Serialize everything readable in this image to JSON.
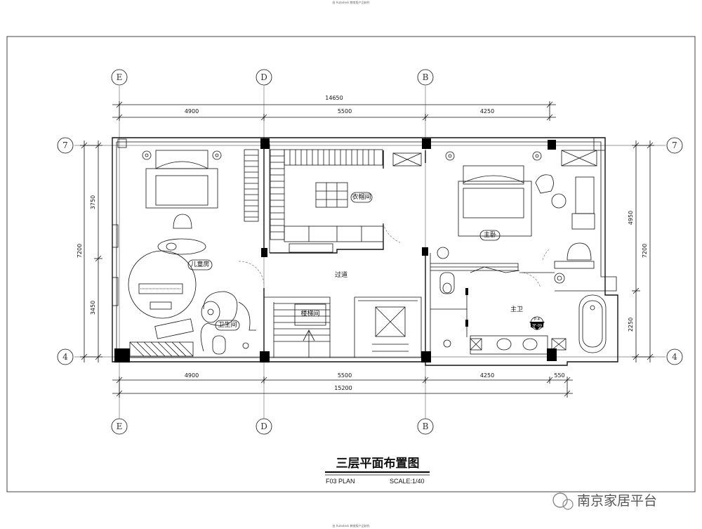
{
  "header_text": "由 Autodesk 教育版产品制作",
  "footer_text": "由 Autodesk 教育版产品制作",
  "dimensions": {
    "top_total": "14650",
    "top_segments": [
      "4900",
      "5500",
      "4250"
    ],
    "bottom_segments": [
      "4900",
      "5500",
      "4250",
      "550"
    ],
    "bottom_total": "15200",
    "left_segments": [
      "3750",
      "3450"
    ],
    "left_total": "7200",
    "right_segments": [
      "4950",
      "2250"
    ],
    "right_total": "7200"
  },
  "axes": {
    "columns": [
      "E",
      "D",
      "B"
    ],
    "rows": [
      "7",
      "4"
    ]
  },
  "rooms": {
    "wardrobe": "衣帽间",
    "master_bedroom": "主卧",
    "kids_room": "儿童房",
    "corridor": "过道",
    "stair_room": "楼梯间",
    "bathroom": "卫生间",
    "master_bath": "主卫"
  },
  "detail_tag": {
    "top": "P-4",
    "bottom": "3F-09"
  },
  "title_block": {
    "title": "三层平面布置图",
    "plan_code": "F03  PLAN",
    "scale": "SCALE:1/40"
  },
  "watermark": "南京家居平台"
}
